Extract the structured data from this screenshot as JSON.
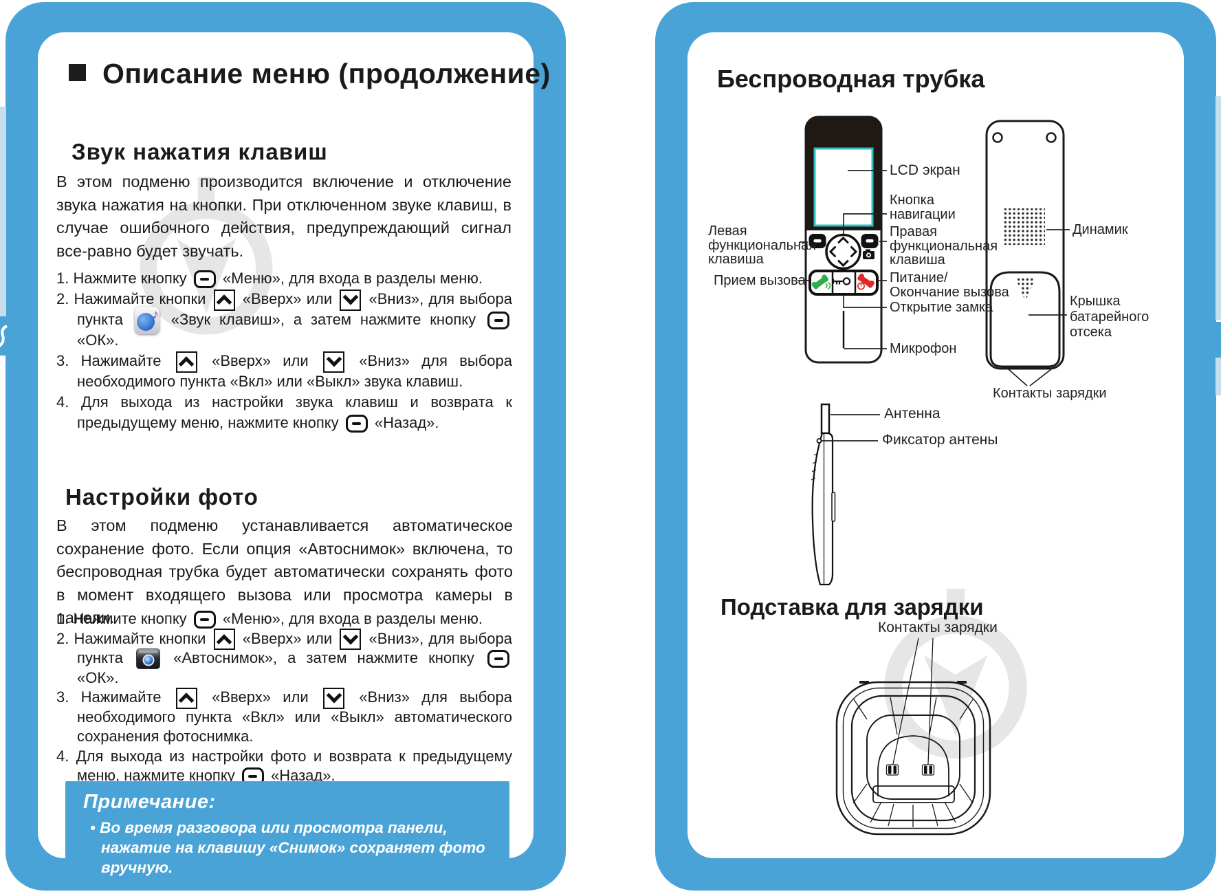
{
  "page_left": {
    "title": "Описание меню (продолжение)",
    "sections": [
      {
        "heading": "Звук нажатия клавиш",
        "paragraph": "В этом подменю производится включение и отключение звука нажатия на кнопки. При отключенном звуке клавиш, в случае ошибочного действия, предупреждающий сигнал все-равно будет звучать.",
        "steps": [
          [
            {
              "t": "1. Нажмите кнопку "
            },
            {
              "i": "menu-button"
            },
            {
              "t": " «Меню», для входа в разделы меню."
            }
          ],
          [
            {
              "t": "2. Нажимайте кнопки "
            },
            {
              "i": "up-button"
            },
            {
              "t": " «Вверх» или "
            },
            {
              "i": "down-button"
            },
            {
              "t": " «Вниз», для выбора пункта "
            },
            {
              "i": "key-sound-icon"
            },
            {
              "t": " «Звук клавиш», а затем нажмите кнопку "
            },
            {
              "i": "menu-button"
            },
            {
              "t": " «ОК»."
            }
          ],
          [
            {
              "t": "3. Нажимайте "
            },
            {
              "i": "up-button"
            },
            {
              "t": " «Вверх» или "
            },
            {
              "i": "down-button"
            },
            {
              "t": " «Вниз» для выбора необходимого пункта «Вкл» или «Выкл» звука клавиш."
            }
          ],
          [
            {
              "t": "4. Для выхода из настройки звука клавиш и возврата к предыдущему меню, нажмите кнопку "
            },
            {
              "i": "menu-button"
            },
            {
              "t": " «Назад»."
            }
          ]
        ]
      },
      {
        "heading": "Настройки фото",
        "paragraph": "В этом подменю устанавливается автоматическое сохранение фото. Если опция «Автоснимок» включена, то беспроводная трубка будет автоматически сохранять фото в момент входящего вызова или просмотра камеры в панели.",
        "steps": [
          [
            {
              "t": "1. Нажмите кнопку "
            },
            {
              "i": "menu-button"
            },
            {
              "t": " «Меню», для входа в разделы меню."
            }
          ],
          [
            {
              "t": "2. Нажимайте кнопки "
            },
            {
              "i": "up-button"
            },
            {
              "t": " «Вверх» или "
            },
            {
              "i": "down-button"
            },
            {
              "t": " «Вниз», для выбора пункта "
            },
            {
              "i": "camera-icon"
            },
            {
              "t": " «Автоснимок», а затем нажмите кнопку "
            },
            {
              "i": "menu-button"
            },
            {
              "t": " «ОК»."
            }
          ],
          [
            {
              "t": "3. Нажимайте "
            },
            {
              "i": "up-button"
            },
            {
              "t": " «Вверх» или "
            },
            {
              "i": "down-button"
            },
            {
              "t": " «Вниз» для выбора необходимого пункта «Вкл» или «Выкл» автоматического сохранения фотоснимка."
            }
          ],
          [
            {
              "t": "4. Для выхода из настройки фото и возврата к предыдущему меню, нажмите кнопку "
            },
            {
              "i": "menu-button"
            },
            {
              "t": " «Назад»."
            }
          ]
        ]
      }
    ],
    "note": {
      "heading": "Примечание:",
      "bullet": "• Во время разговора или просмотра панели, нажатие на клавишу «Снимок» сохраняет фото вручную."
    }
  },
  "page_right": {
    "handset_title": "Беспроводная трубка",
    "front_labels": {
      "lcd": "LCD экран",
      "nav": "Кнопка\nнавигации",
      "left_fn": "Левая\nфункциональная\nклавиша",
      "right_fn": "Правая\nфункциональная\nклавиша",
      "answer": "Прием вызова",
      "power": "Питание/\nОкончание вызова",
      "unlock": "Открытие замка",
      "mic": "Микрофон"
    },
    "back_labels": {
      "speaker": "Динамик",
      "battery": "Крышка\nбатарейного\nотсека",
      "contacts": "Контакты зарядки"
    },
    "side_labels": {
      "antenna": "Антенна",
      "antenna_lock": "Фиксатор антены"
    },
    "cradle": {
      "title": "Подставка для зарядки",
      "contacts": "Контакты зарядки"
    }
  },
  "colors": {
    "frame_blue": "#4AA3D6",
    "pale_tab": "#C7DEEC",
    "lcd_teal": "#2FBFC6",
    "answer_green": "#2FAE4A",
    "end_red": "#E02828",
    "watermark_gray": "#D7D7D7"
  }
}
